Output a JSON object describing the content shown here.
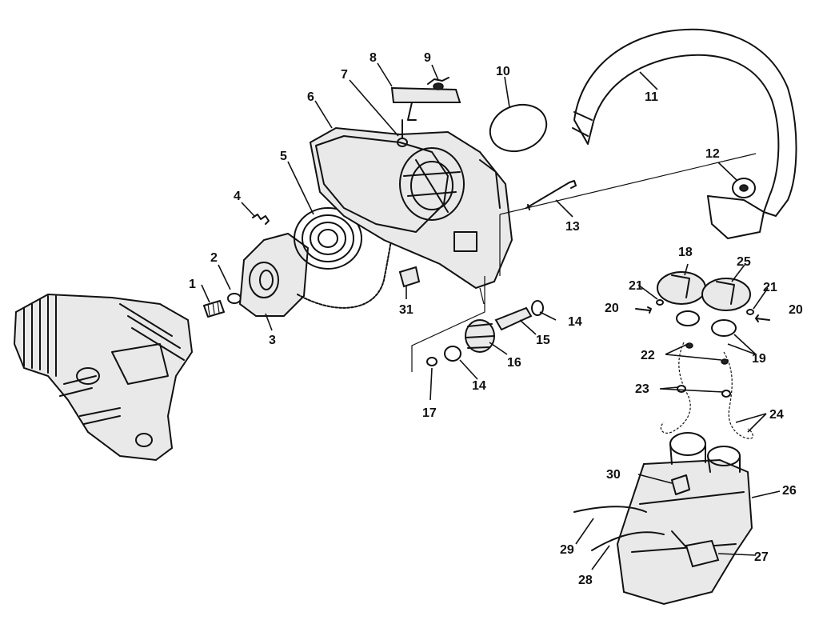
{
  "callouts": [
    "1",
    "2",
    "3",
    "4",
    "5",
    "6",
    "7",
    "8",
    "9",
    "10",
    "11",
    "12",
    "13",
    "14",
    "14",
    "15",
    "16",
    "17",
    "18",
    "19",
    "20",
    "20",
    "21",
    "21",
    "22",
    "23",
    "24",
    "25",
    "26",
    "27",
    "28",
    "29",
    "30",
    "31"
  ]
}
